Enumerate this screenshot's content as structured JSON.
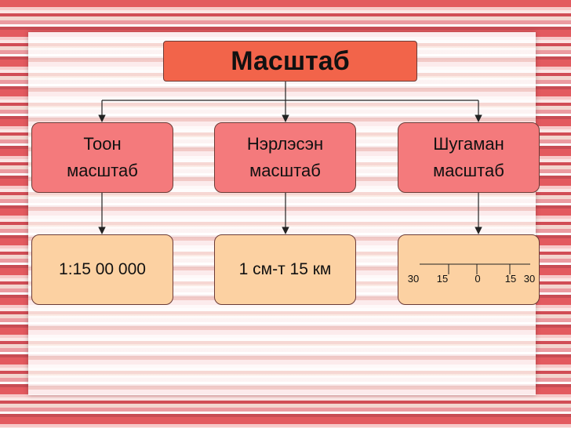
{
  "title": "Масштаб",
  "categories": [
    {
      "line1": "Тоон",
      "line2": "масштаб",
      "example": "1:15 00 000"
    },
    {
      "line1": "Нэрлэсэн",
      "line2": "масштаб",
      "example": "1 см-т 15 км"
    },
    {
      "line1": "Шугаман",
      "line2": "масштаб",
      "example": ""
    }
  ],
  "scale_ticks": [
    "30",
    "15",
    "0",
    "15",
    "30"
  ]
}
